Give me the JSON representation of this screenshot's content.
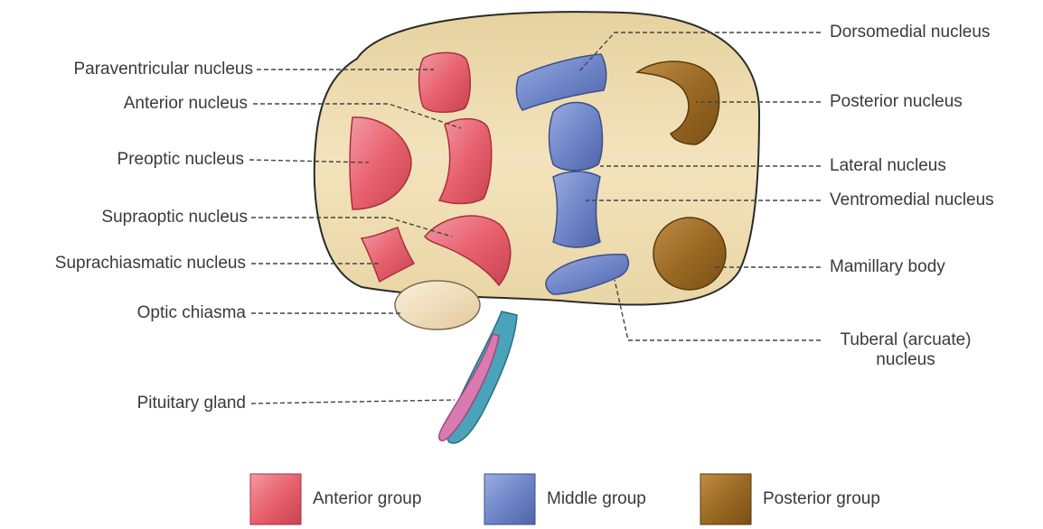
{
  "labels_left": {
    "paraventricular": "Paraventricular nucleus",
    "anterior": "Anterior nucleus",
    "preoptic": "Preoptic nucleus",
    "supraoptic": "Supraoptic nucleus",
    "suprachiasmatic": "Suprachiasmatic nucleus",
    "optic_chiasma": "Optic chiasma",
    "pituitary": "Pituitary gland"
  },
  "labels_right": {
    "dorsomedial": "Dorsomedial nucleus",
    "posterior": "Posterior nucleus",
    "lateral": "Lateral nucleus",
    "ventromedial": "Ventromedial nucleus",
    "mamillary": "Mamillary body",
    "tuberal_line1": "Tuberal (arcuate)",
    "tuberal_line2": "nucleus"
  },
  "legend": [
    {
      "label": "Anterior group",
      "color": "#e8616f"
    },
    {
      "label": "Middle group",
      "color": "#6f86c9"
    },
    {
      "label": "Posterior group",
      "color": "#9a6a24"
    }
  ],
  "colors": {
    "background_body": "#efdcad",
    "anterior": "#e8616f",
    "middle": "#6f86c9",
    "posterior": "#9a6a24",
    "chiasma": "#f1dfbd",
    "pituitary_pink": "#d97ab0",
    "pituitary_teal": "#4aa3b8"
  }
}
